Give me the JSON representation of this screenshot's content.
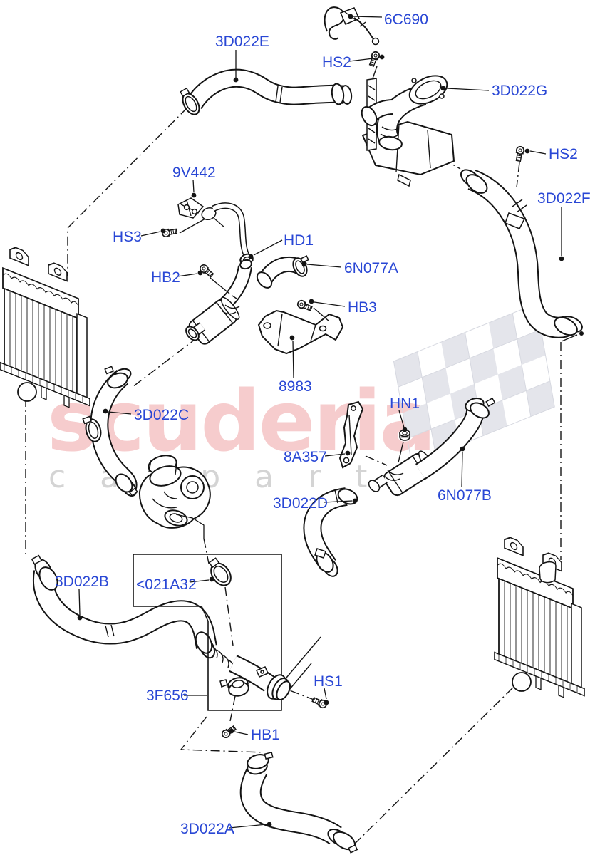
{
  "watermark": {
    "brand": "scuderia",
    "subtitle": "c a r p a r t s"
  },
  "colors": {
    "background": "#ffffff",
    "diagram_line": "#141414",
    "label_blue": "#2947d5",
    "watermark_pink": "#f6cccd",
    "watermark_gray": "#d4d4d4",
    "flag_fill": "#e4e5eb",
    "flag_stroke": "#d6d8e0"
  },
  "parts": {
    "p3d022e": "3D022E",
    "p6c690": "6C690",
    "hs2_top": "HS2",
    "p3d022g": "3D022G",
    "hs2_right": "HS2",
    "p3d022f": "3D022F",
    "p9v442": "9V442",
    "hs3": "HS3",
    "hd1": "HD1",
    "hb2": "HB2",
    "p6n077a": "6N077A",
    "hb3": "HB3",
    "p8983": "8983",
    "p3d022c": "3D022C",
    "hn1": "HN1",
    "p8a357": "8A357",
    "p3d022d": "3D022D",
    "p6n077b": "6N077B",
    "p3d022b": "3D022B",
    "p021a32": "<021A32",
    "p3f656": "3F656",
    "hs1": "HS1",
    "hb1": "HB1",
    "p3d022a": "3D022A"
  }
}
